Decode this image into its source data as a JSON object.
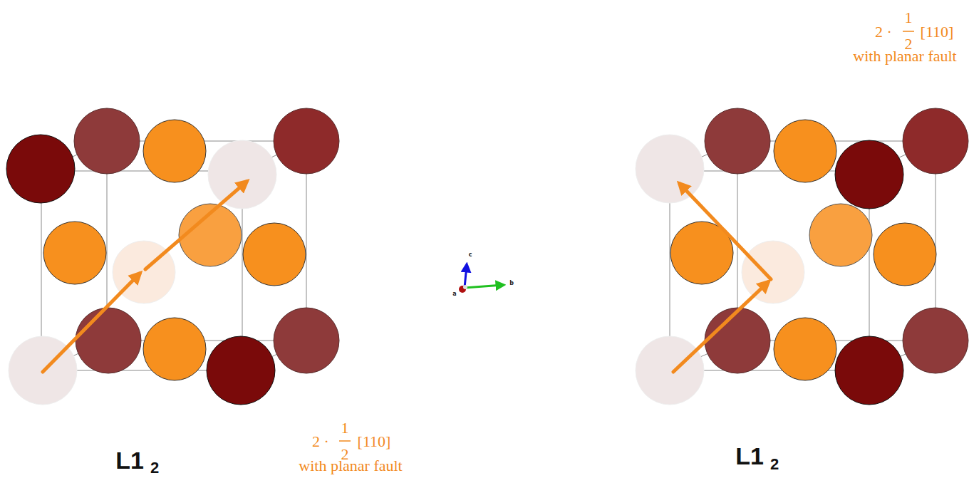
{
  "diagram": {
    "labels": [
      "L1",
      "2",
      "2 ·",
      "1",
      "2",
      "[110]",
      "with planar fault",
      "c",
      "a",
      "b",
      "2 ·",
      "1",
      "2",
      "[110]",
      "with planar fault",
      "L1",
      "2"
    ]
  }
}
